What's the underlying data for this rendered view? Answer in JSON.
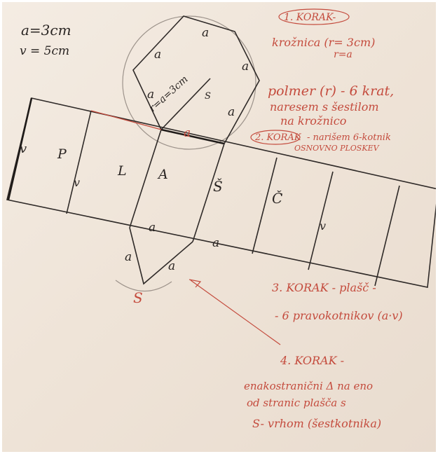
{
  "given": {
    "a": "a=3cm",
    "v": "v = 5cm"
  },
  "shape_labels": {
    "side_a": "a",
    "radius": "r=a=3cm",
    "center": "S",
    "v": "v",
    "P": "P",
    "L": "L",
    "A": "A",
    "S_caron": "Š",
    "C_caron": "Č",
    "bottom_apex": "S"
  },
  "steps": {
    "s1_title": "1. KORAK-",
    "s1_line1": "krožnica (r= 3cm)",
    "s1_line2": "r=a",
    "s1_line3": "polmer (r) - 6 krat,",
    "s1_line4": "naresem s šestilom",
    "s1_line5": "na krožnico",
    "s2_title": "2. KORAK",
    "s2_line1": "- narišem 6-kotnik",
    "s2_line2": "OSNOVNO PLOSKEV",
    "s3_title": "3. KORAK - plašč -",
    "s3_line1": "- 6 pravokotnikov (a·v)",
    "s4_title": "4. KORAK -",
    "s4_line1": "enakostranični Δ na eno",
    "s4_line2": "od stranic plašča s",
    "s4_line3": "S- vrhom (šestkotnika)"
  },
  "colors": {
    "paper": "#f1e7dc",
    "pencil": "#2a2523",
    "red_pen": "#c44b3d"
  }
}
